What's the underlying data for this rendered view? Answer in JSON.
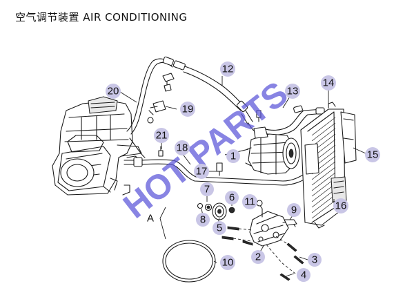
{
  "page": {
    "title": "空气调节装置 AIR CONDITIONING"
  },
  "watermark": {
    "text": "HOT PARTS",
    "color": "#5a55d8"
  },
  "callouts": [
    {
      "id": "1",
      "label": "1"
    },
    {
      "id": "2",
      "label": "2"
    },
    {
      "id": "3",
      "label": "3"
    },
    {
      "id": "4",
      "label": "4"
    },
    {
      "id": "5",
      "label": "5"
    },
    {
      "id": "6",
      "label": "6"
    },
    {
      "id": "7",
      "label": "7"
    },
    {
      "id": "8",
      "label": "8"
    },
    {
      "id": "9",
      "label": "9"
    },
    {
      "id": "10",
      "label": "10"
    },
    {
      "id": "11",
      "label": "11"
    },
    {
      "id": "12",
      "label": "12"
    },
    {
      "id": "13",
      "label": "13"
    },
    {
      "id": "14",
      "label": "14"
    },
    {
      "id": "15",
      "label": "15"
    },
    {
      "id": "16",
      "label": "16"
    },
    {
      "id": "17",
      "label": "17"
    },
    {
      "id": "18",
      "label": "18"
    },
    {
      "id": "19",
      "label": "19"
    },
    {
      "id": "20",
      "label": "20"
    },
    {
      "id": "21",
      "label": "21"
    }
  ],
  "detail_letter": "A",
  "colors": {
    "callout_bubble": "#c9c6e6",
    "line": "#1a1a1a"
  }
}
